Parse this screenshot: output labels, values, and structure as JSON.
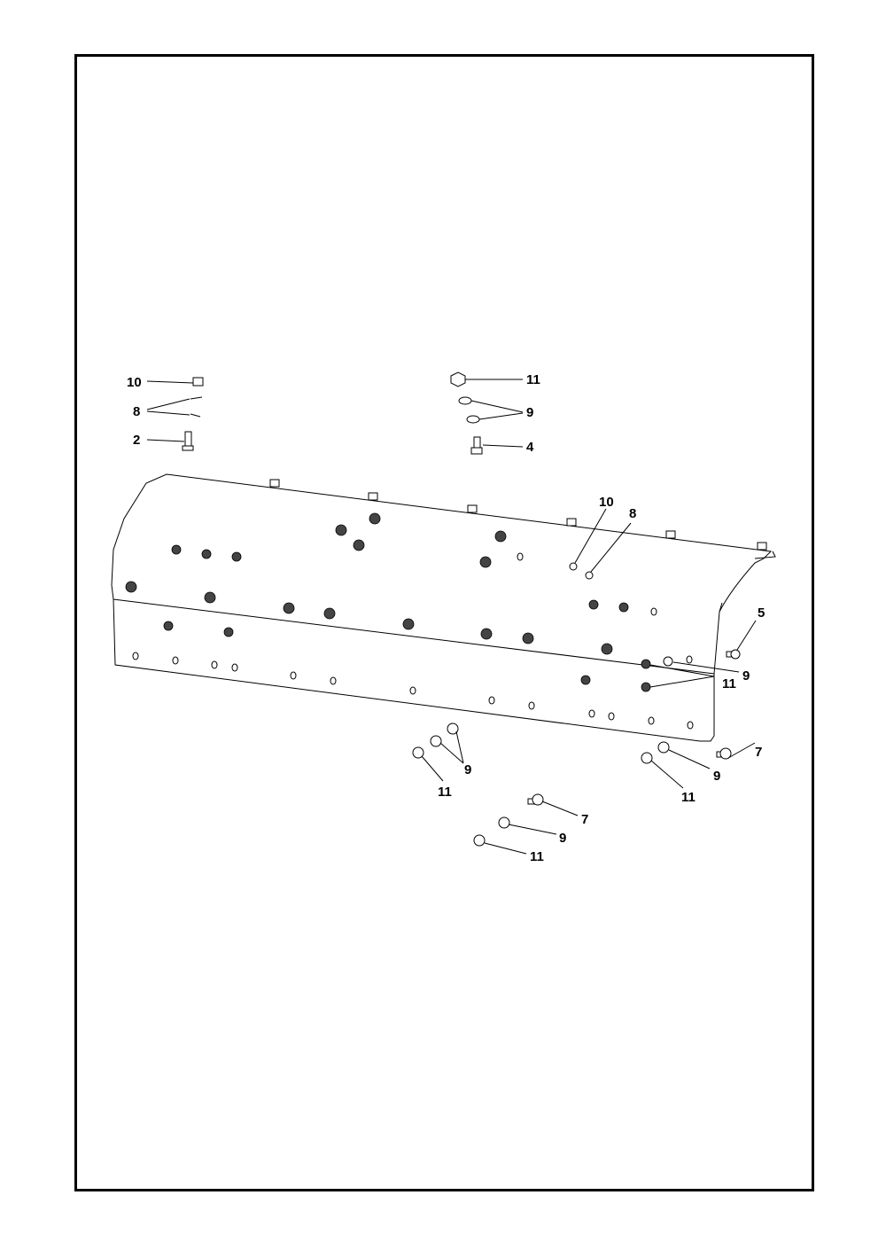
{
  "callouts": [
    {
      "id": "c10a",
      "text": "10"
    },
    {
      "id": "c8a",
      "text": "8"
    },
    {
      "id": "c2",
      "text": "2"
    },
    {
      "id": "c11a",
      "text": "11"
    },
    {
      "id": "c9a",
      "text": "9"
    },
    {
      "id": "c4",
      "text": "4"
    },
    {
      "id": "c10b",
      "text": "10"
    },
    {
      "id": "c8b",
      "text": "8"
    },
    {
      "id": "c5",
      "text": "5"
    },
    {
      "id": "c9b",
      "text": "9"
    },
    {
      "id": "c11b",
      "text": "11"
    },
    {
      "id": "c7a",
      "text": "7"
    },
    {
      "id": "c9c",
      "text": "9"
    },
    {
      "id": "c11c",
      "text": "11"
    },
    {
      "id": "c9d",
      "text": "9"
    },
    {
      "id": "c11d",
      "text": "11"
    },
    {
      "id": "c7b",
      "text": "7"
    },
    {
      "id": "c9e",
      "text": "9"
    },
    {
      "id": "c11e",
      "text": "11"
    }
  ]
}
